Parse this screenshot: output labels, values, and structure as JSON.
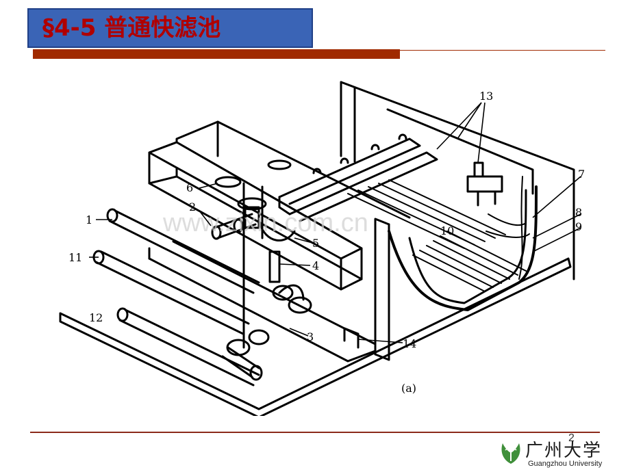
{
  "slide": {
    "title": "§4-5  普通快滤池",
    "page_number": "2"
  },
  "diagram": {
    "caption": "(a)",
    "watermark": "www.zixin.com.cn",
    "labels": [
      "1",
      "2",
      "3",
      "4",
      "5",
      "6",
      "7",
      "8",
      "9",
      "10",
      "11",
      "12",
      "13",
      "14"
    ]
  },
  "logo": {
    "name_cn": "广州大学",
    "name_en": "Guangzhou University"
  },
  "colors": {
    "title_bg": "#3a64b6",
    "title_text": "#b00000",
    "accent_bar": "#a02a00",
    "logo_green": "#3f8f3a"
  }
}
